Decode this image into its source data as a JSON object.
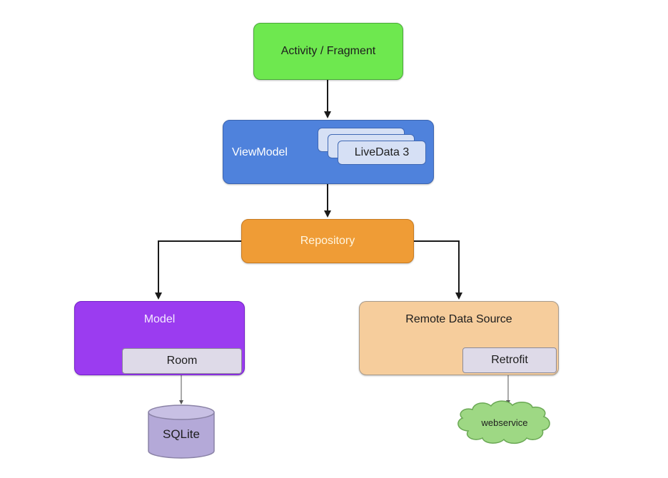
{
  "nodes": {
    "activity": "Activity / Fragment",
    "viewmodel": "ViewModel",
    "livedata": "LiveData 3",
    "repository": "Repository",
    "model": "Model",
    "room": "Room",
    "remote": "Remote Data Source",
    "retrofit": "Retrofit",
    "sqlite": "SQLite",
    "webservice": "webservice"
  },
  "colors": {
    "activity": "#6ee84f",
    "viewmodel": "#4f82dc",
    "repository": "#ef9c36",
    "model": "#9b3cf0",
    "remote": "#f6cd9c",
    "sqlite": "#b4a9d8",
    "webservice": "#9ed884"
  }
}
